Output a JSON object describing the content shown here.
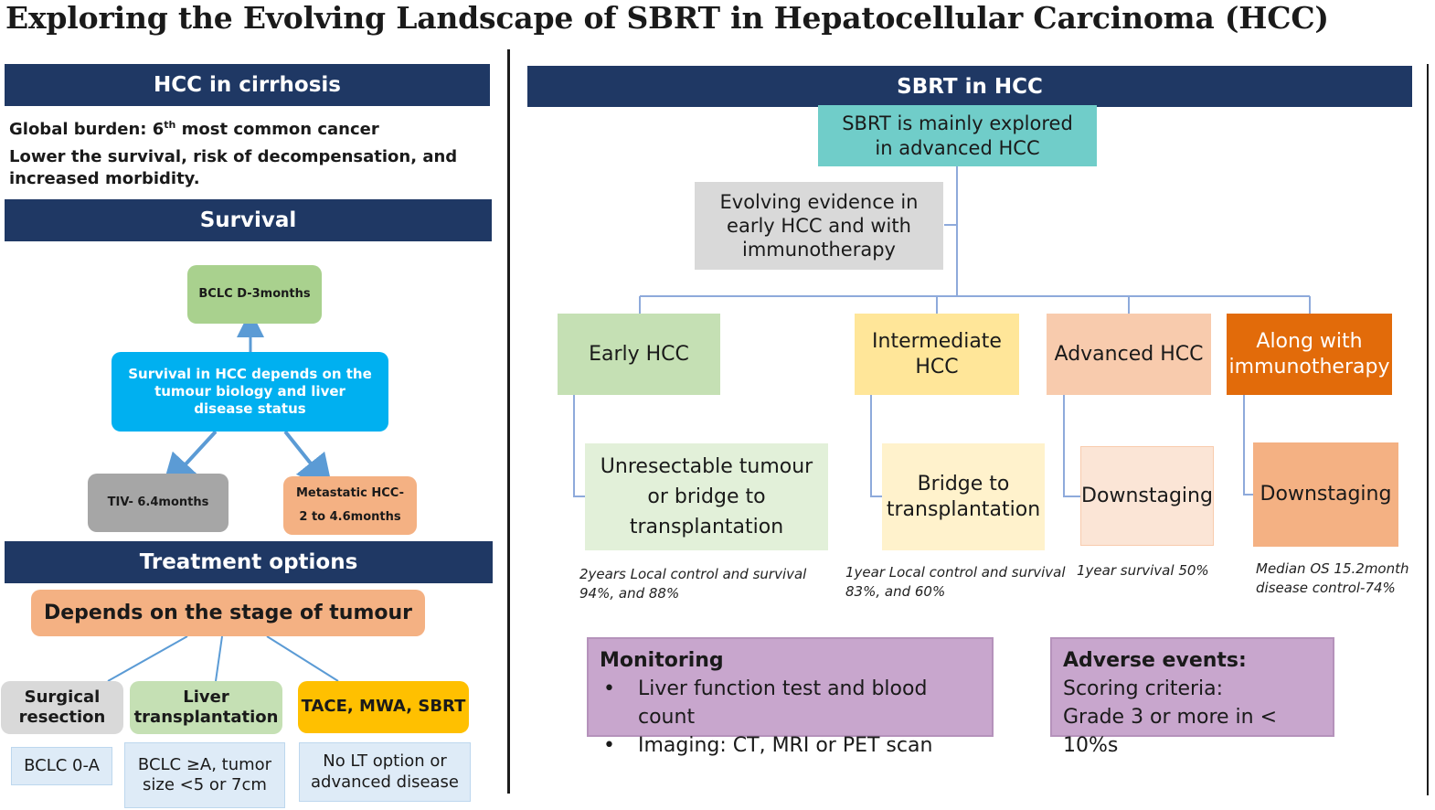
{
  "title": "Exploring the Evolving Landscape of SBRT in Hepatocellular Carcinoma (HCC)",
  "left": {
    "hcc_cirrhosis": {
      "header": "HCC in cirrhosis",
      "burden_prefix": "Global burden: 6",
      "burden_sup": "th",
      "burden_suffix": " most common cancer",
      "impact": "Lower the survival, risk of decompensation, and increased morbidity."
    },
    "survival": {
      "header": "Survival",
      "bclc_d": "BCLC D-3months",
      "central": "Survival in HCC depends on the tumour biology and liver disease status",
      "tiv": "TIV- 6.4months",
      "metastatic_line1": "Metastatic HCC-",
      "metastatic_line2": "2 to 4.6months"
    },
    "treatment": {
      "header": "Treatment options",
      "stage": "Depends on the stage of tumour",
      "options": [
        {
          "label": "Surgical resection",
          "criteria": "BCLC 0-A"
        },
        {
          "label": "Liver transplantation",
          "criteria": "BCLC ≥A, tumor size <5 or 7cm"
        },
        {
          "label": "TACE, MWA, SBRT",
          "criteria": "No LT option or advanced disease"
        }
      ]
    }
  },
  "right": {
    "header": "SBRT in HCC",
    "main": "SBRT is mainly explored in advanced HCC",
    "evolving": "Evolving evidence in early HCC and with immunotherapy",
    "stages": [
      {
        "label": "Early HCC",
        "role": "Unresectable tumour or bridge to transplantation",
        "outcome": "2years Local control and survival 94%, and 88%"
      },
      {
        "label": "Intermediate HCC",
        "role": "Bridge to transplantation",
        "outcome": "1year Local control and survival 83%, and 60%"
      },
      {
        "label": "Advanced HCC",
        "role": "Downstaging",
        "outcome": "1year survival 50%"
      },
      {
        "label": "Along with immunotherapy",
        "role": "Downstaging",
        "outcome": "Median OS 15.2month disease control-74%"
      }
    ],
    "monitoring": {
      "title": "Monitoring",
      "items": [
        "Liver function test and blood count",
        "Imaging: CT, MRI or PET scan"
      ]
    },
    "adverse": {
      "title": "Adverse events:",
      "line1": "Scoring criteria:",
      "line2": "Grade 3 or more in < 10%s"
    }
  },
  "colors": {
    "navy": "#1f3864",
    "teal": "#70cdc9",
    "grey_box": "#d9d9d9",
    "green": "#c5e0b4",
    "yellow": "#ffe699",
    "peach": "#f8cbad",
    "orange": "#e26b0a",
    "blue": "#00b0f0",
    "purple": "#c8a6cd"
  }
}
